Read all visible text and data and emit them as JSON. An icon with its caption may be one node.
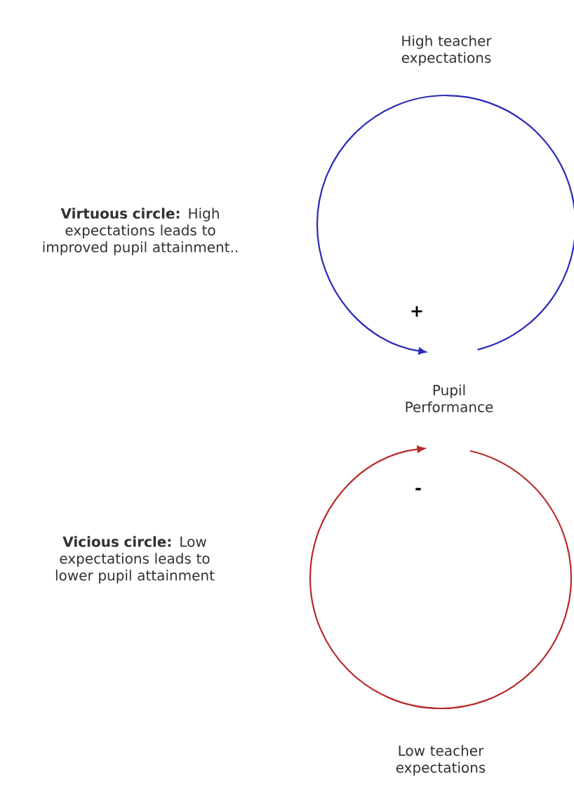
{
  "diagram": {
    "nodes": [
      {
        "text": [
          "High teacher expectations"
        ]
      },
      {
        "text": [
          "Pupil Performance"
        ]
      },
      {
        "text": [
          "Low teacher expectations"
        ]
      }
    ],
    "edges": [
      {
        "from": 1,
        "to": 0,
        "arrow": "none",
        "color": "#2a2ab8"
      },
      {
        "from": 0,
        "to": 1,
        "arrow": "to",
        "label": "+",
        "color": "#2a2ab8"
      },
      {
        "from": 1,
        "to": 2,
        "arrow": "none",
        "color": "#b82a2a"
      },
      {
        "from": 2,
        "to": 1,
        "arrow": "to",
        "label": "-",
        "color": "#b82a2a"
      }
    ],
    "labels": [
      "**Virtuous circle:** High expectations leads to improved pupil attainment..",
      "**Vicious circle:** Low expectations leads to lower pupil attainment"
    ]
  }
}
